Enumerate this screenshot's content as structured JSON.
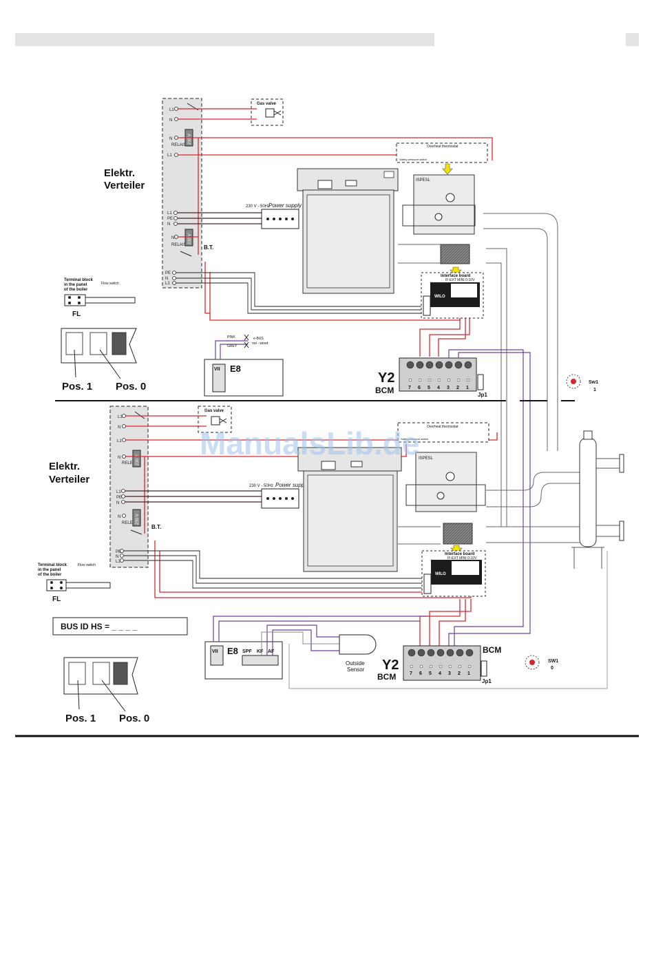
{
  "watermark": "ManualsLib.de",
  "upper": {
    "verteiler_line1": "Elektr.",
    "verteiler_line2": "Verteiler",
    "gas_valve": "Gas valve",
    "relay_label": "RELAIS",
    "relay_voltage": "230 V",
    "bt": "B.T.",
    "power_supply_voltage": "230 V - 50Hz",
    "power_supply": "Power supply",
    "ispesl": "ISPESL",
    "overheat_thermostat": "Overheat thermostat",
    "safety_label": "Safety pressure switch",
    "interface_board": "Interface board",
    "interface_sub": "IF-EXT MINI 0-10V",
    "wilo": "WILO",
    "terminal_block_1": "Terminal block",
    "terminal_block_2": "in the panel",
    "terminal_block_3": "of the boiler",
    "flow_switch": "Flow switch",
    "fl": "FL",
    "pos1": "Pos. 1",
    "pos0": "Pos. 0",
    "e8": "E8",
    "e8_term": "VII",
    "pink": "PINK",
    "grey": "GREY",
    "ebus": "e-BUS",
    "ebus_sub": "not - wired",
    "y2": "Y2",
    "bcm": "BCM",
    "jp1": "Jp1",
    "sw1": "Sw1",
    "sw1_val": "1",
    "terminals": [
      "7",
      "6",
      "5",
      "4",
      "3",
      "2",
      "1"
    ],
    "L1": "L1",
    "N": "N",
    "PE": "PE"
  },
  "lower": {
    "verteiler_line1": "Elektr.",
    "verteiler_line2": "Verteiler",
    "gas_valve": "Gas valve",
    "relay_label": "RELE",
    "relay_voltage": "230 V",
    "bt": "B.T.",
    "power_supply_voltage": "230 V - 50Hz",
    "power_supply": "Power supply",
    "ispesl": "ISPESL",
    "overheat_thermostat": "Overheat thermostat",
    "safety_label": "Safety pressure switch",
    "interface_board": "Interface board",
    "interface_sub": "IF-EXT MINI 0-10V",
    "wilo": "WILO",
    "terminal_block_1": "Terminal block",
    "terminal_block_2": "in the panel",
    "terminal_block_3": "of the boiler",
    "flow_switch": "Flow switch",
    "fl": "FL",
    "bus_id": "BUS ID HS = _ _ _ _",
    "pos1": "Pos. 1",
    "pos0": "Pos. 0",
    "e8": "E8",
    "e8_terms": [
      "VII",
      "SPF",
      "KF",
      "AF"
    ],
    "outside_1": "Outside",
    "outside_2": "Sensor",
    "y2": "Y2",
    "bcm": "BCM",
    "bcm_right": "BCM",
    "jp1": "Jp1",
    "sw1": "SW1",
    "sw1_val": "0",
    "terminals": [
      "7",
      "6",
      "5",
      "4",
      "3",
      "2",
      "1"
    ],
    "L1": "L1",
    "N": "N",
    "PE": "PE"
  },
  "colors": {
    "wire_red": "#d8262e",
    "wire_purple": "#6c3fa2",
    "wire_black": "#1a1a1a",
    "panel_grey": "#e2e2e2",
    "arrow_yellow": "#f2e200",
    "header_grey": "#e3e3e3"
  }
}
